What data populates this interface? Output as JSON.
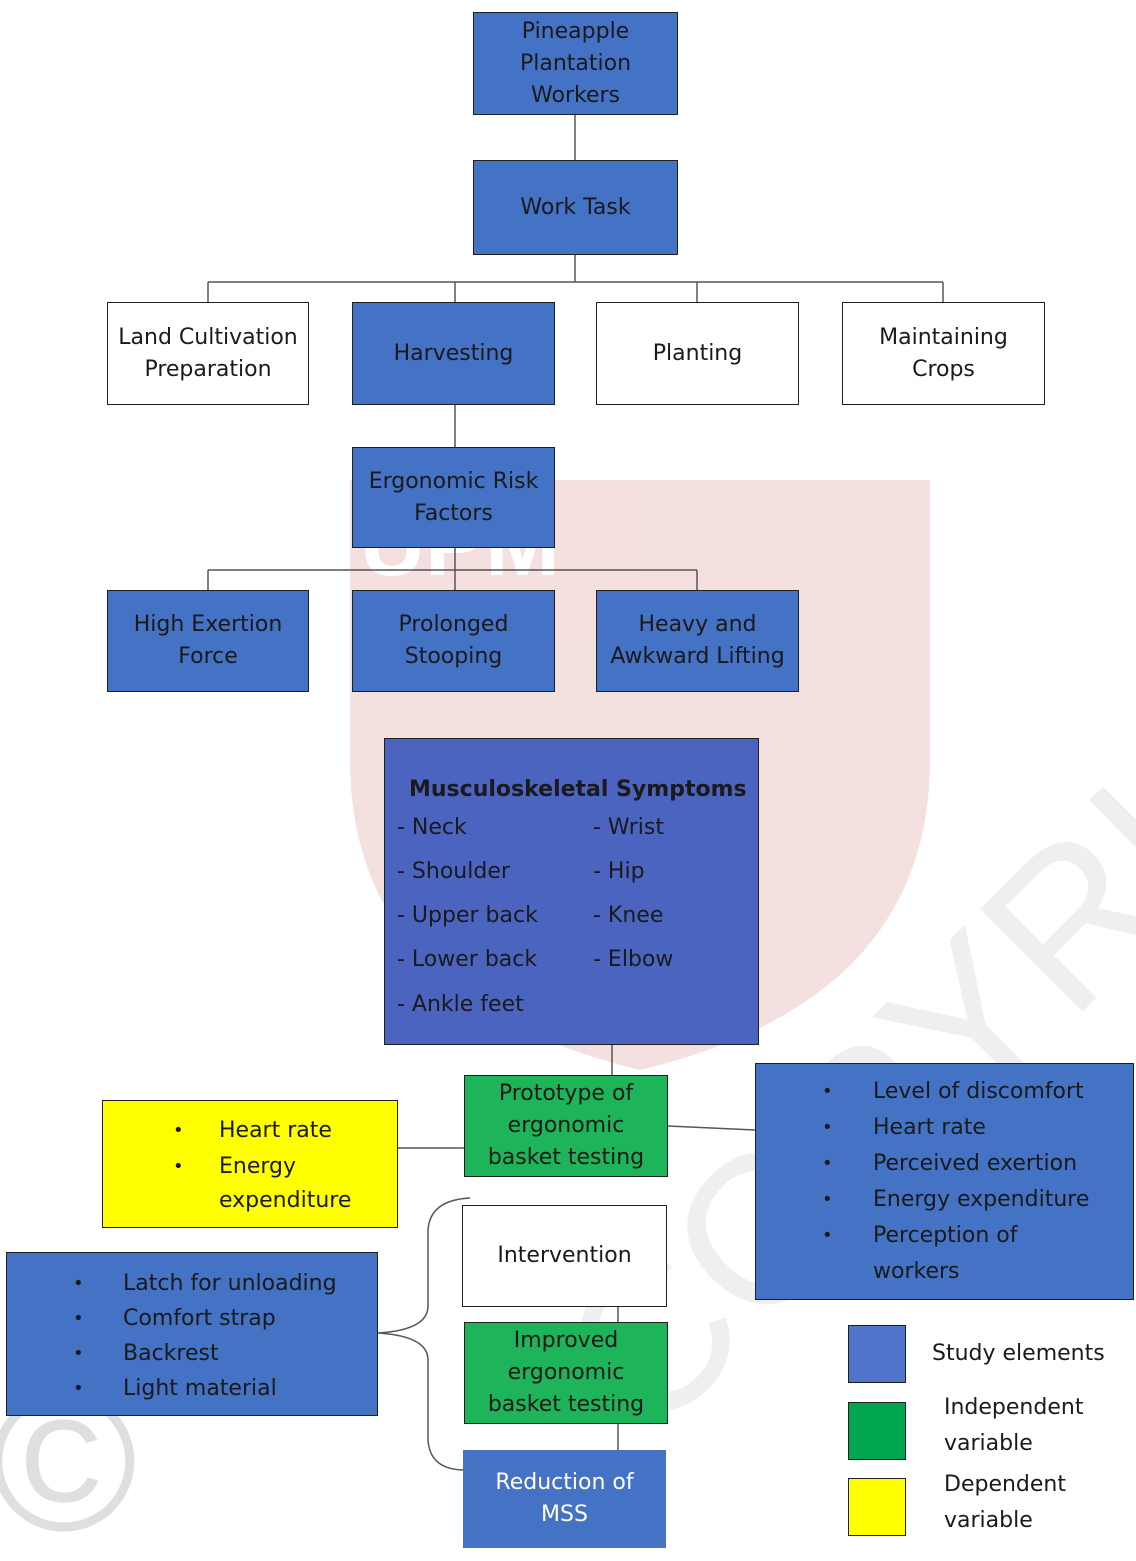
{
  "nodes": {
    "workers": "Pineapple\nPlantation\nWorkers",
    "work_task": "Work Task",
    "land": "Land Cultivation\nPreparation",
    "harvesting": "Harvesting",
    "planting": "Planting",
    "maintaining": "Maintaining\nCrops",
    "risk_factors": "Ergonomic Risk\nFactors",
    "high_exertion": "High Exertion\nForce",
    "stooping": "Prolonged\nStooping",
    "lifting": "Heavy and\nAwkward Lifting",
    "prototype": "Prototype of\nergonomic\nbasket testing",
    "intervention": "Intervention",
    "improved": "Improved\nergonomic\nbasket testing",
    "reduction": "Reduction of\nMSS"
  },
  "mss": {
    "title": "Musculoskeletal Symptoms",
    "left": [
      "- Neck",
      "- Shoulder",
      "- Upper back",
      "- Lower back",
      "- Ankle feet"
    ],
    "right": [
      "- Wrist",
      "- Hip",
      "- Knee",
      "- Elbow"
    ]
  },
  "dependent_list": [
    "Heart rate",
    "Energy",
    "expenditure"
  ],
  "measures_list": [
    "Level of discomfort",
    "Heart rate",
    "Perceived exertion",
    "Energy expenditure",
    "Perception of",
    "workers"
  ],
  "features_list": [
    "Latch for unloading",
    "Comfort strap",
    "Backrest",
    "Light material"
  ],
  "legend": {
    "study": "Study elements",
    "independent": "Independent\nvariable",
    "dependent": "Dependent\nvariable"
  },
  "watermark": {
    "text": "UPM",
    "copyright": "COPYRIGHT UPM",
    "symbol": "©"
  },
  "colors": {
    "study": "#4472c4",
    "independent": "#1db45a",
    "dependent": "#ffff00"
  }
}
